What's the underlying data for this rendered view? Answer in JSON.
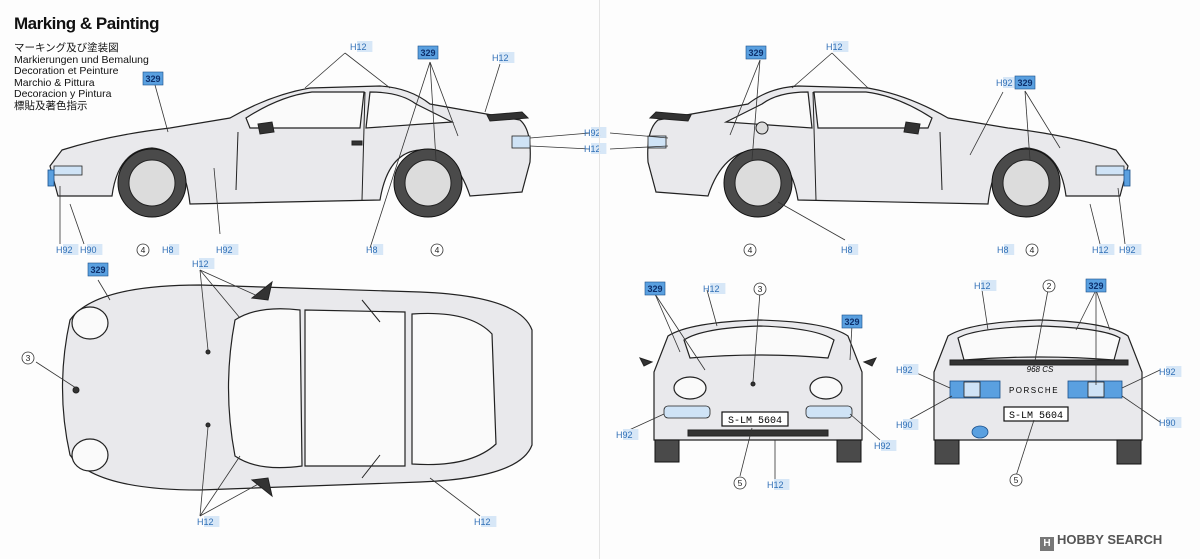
{
  "heading": {
    "title": "Marking & Painting",
    "subtitles": [
      "マーキング及び塗装図",
      "Markierungen und Bemalung",
      "Decoration et Peinture",
      "Marchio & Pittura",
      "Decoracion y Pintura",
      "標貼及著色指示"
    ]
  },
  "plates": {
    "front": "S-LM 5604",
    "rear": "S-LM 5604"
  },
  "badge": {
    "porsche": "PORSCHE",
    "model": "968 CS"
  },
  "watermark": {
    "text": "HOBBY SEARCH"
  },
  "colors": {
    "paint_code_bg": "#5aa0e0",
    "paint_code_text": "#0d2f6b",
    "h_code_text": "#2f6fb6",
    "body": "#e9e9ec",
    "outline": "#222222"
  },
  "callouts": [
    {
      "id": "c1",
      "kind": "paint",
      "label": "329"
    },
    {
      "id": "c2",
      "kind": "h",
      "label": "H12"
    },
    {
      "id": "c3",
      "kind": "paint",
      "label": "329"
    },
    {
      "id": "c4",
      "kind": "h",
      "label": "H12"
    },
    {
      "id": "c5",
      "kind": "h",
      "label": "H92"
    },
    {
      "id": "c6",
      "kind": "h",
      "label": "H12"
    },
    {
      "id": "c7",
      "kind": "num",
      "label": "4"
    },
    {
      "id": "c8",
      "kind": "h",
      "label": "H8"
    },
    {
      "id": "c9",
      "kind": "h",
      "label": "H92"
    },
    {
      "id": "c10",
      "kind": "h",
      "label": "H8"
    },
    {
      "id": "c11",
      "kind": "num",
      "label": "4"
    },
    {
      "id": "c12",
      "kind": "h",
      "label": "H92"
    },
    {
      "id": "c13",
      "kind": "h",
      "label": "H90"
    },
    {
      "id": "c14",
      "kind": "paint",
      "label": "329"
    },
    {
      "id": "c15",
      "kind": "h",
      "label": "H12"
    },
    {
      "id": "c16",
      "kind": "h",
      "label": "H92"
    },
    {
      "id": "c17",
      "kind": "paint",
      "label": "329"
    },
    {
      "id": "c18",
      "kind": "num",
      "label": "4"
    },
    {
      "id": "c19",
      "kind": "h",
      "label": "H8"
    },
    {
      "id": "c20",
      "kind": "h",
      "label": "H8"
    },
    {
      "id": "c21",
      "kind": "num",
      "label": "4"
    },
    {
      "id": "c22",
      "kind": "h",
      "label": "H12"
    },
    {
      "id": "c23",
      "kind": "h",
      "label": "H92"
    },
    {
      "id": "c24",
      "kind": "paint",
      "label": "329"
    },
    {
      "id": "c25",
      "kind": "h",
      "label": "H12"
    },
    {
      "id": "c26",
      "kind": "num",
      "label": "3"
    },
    {
      "id": "c27",
      "kind": "h",
      "label": "H12"
    },
    {
      "id": "c28",
      "kind": "h",
      "label": "H12"
    },
    {
      "id": "c29",
      "kind": "paint",
      "label": "329"
    },
    {
      "id": "c30",
      "kind": "h",
      "label": "H12"
    },
    {
      "id": "c31",
      "kind": "num",
      "label": "3"
    },
    {
      "id": "c32",
      "kind": "paint",
      "label": "329"
    },
    {
      "id": "c33",
      "kind": "h",
      "label": "H92"
    },
    {
      "id": "c34",
      "kind": "h",
      "label": "H92"
    },
    {
      "id": "c35",
      "kind": "num",
      "label": "5"
    },
    {
      "id": "c36",
      "kind": "h",
      "label": "H12"
    },
    {
      "id": "c37",
      "kind": "h",
      "label": "H12"
    },
    {
      "id": "c38",
      "kind": "num",
      "label": "2"
    },
    {
      "id": "c39",
      "kind": "paint",
      "label": "329"
    },
    {
      "id": "c40",
      "kind": "h",
      "label": "H92"
    },
    {
      "id": "c41",
      "kind": "h",
      "label": "H92"
    },
    {
      "id": "c42",
      "kind": "h",
      "label": "H90"
    },
    {
      "id": "c43",
      "kind": "h",
      "label": "H90"
    },
    {
      "id": "c44",
      "kind": "num",
      "label": "5"
    }
  ]
}
